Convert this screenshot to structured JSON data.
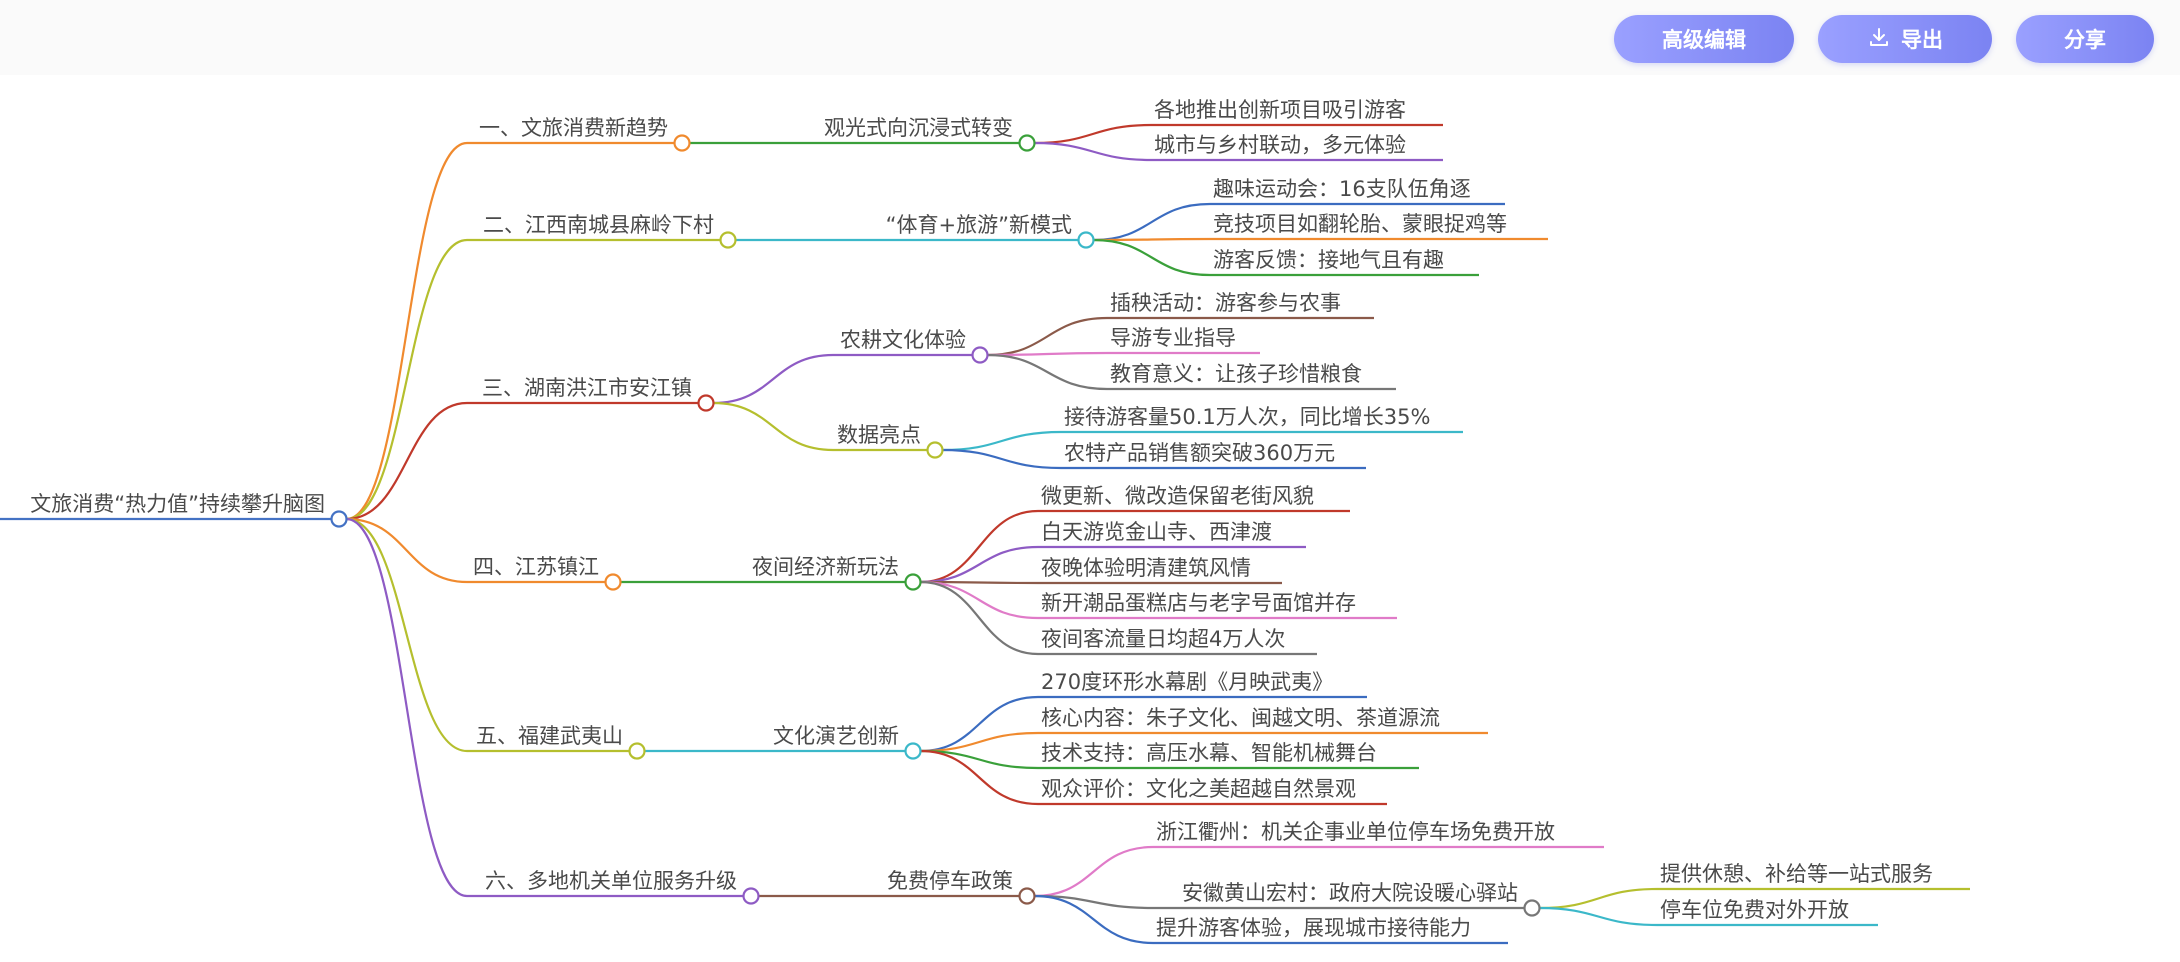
{
  "toolbar": {
    "advanced_edit_label": "高级编辑",
    "export_label": "导出",
    "share_label": "分享",
    "export_icon": "download-icon"
  },
  "mindmap": {
    "root": {
      "label": "文旅消费“热力值”持续攀升脑图",
      "color": "#4472c4",
      "children": [
        {
          "label": "一、文旅消费新趋势",
          "color": "#f08a2e",
          "children": [
            {
              "label": "观光式向沉浸式转变",
              "color": "#3aa03a",
              "children": [
                {
                  "label": "各地推出创新项目吸引游客",
                  "color": "#c0392b"
                },
                {
                  "label": "城市与乡村联动，多元体验",
                  "color": "#8e5bc4"
                }
              ]
            }
          ]
        },
        {
          "label": "二、江西南城县麻岭下村",
          "color": "#b5bf2e",
          "children": [
            {
              "label": "“体育+旅游”新模式",
              "color": "#3bb8c9",
              "children": [
                {
                  "label": "趣味运动会：16支队伍角逐",
                  "color": "#3b6cc0"
                },
                {
                  "label": "竞技项目如翻轮胎、蒙眼捉鸡等",
                  "color": "#f08a2e"
                },
                {
                  "label": "游客反馈：接地气且有趣",
                  "color": "#3aa03a"
                }
              ]
            }
          ]
        },
        {
          "label": "三、湖南洪江市安江镇",
          "color": "#c0392b",
          "children": [
            {
              "label": "农耕文化体验",
              "color": "#8e5bc4",
              "children": [
                {
                  "label": "插秧活动：游客参与农事",
                  "color": "#8b5a4a"
                },
                {
                  "label": "导游专业指导",
                  "color": "#e07bc8"
                },
                {
                  "label": "教育意义：让孩子珍惜粮食",
                  "color": "#777777"
                }
              ]
            },
            {
              "label": "数据亮点",
              "color": "#b5bf2e",
              "children": [
                {
                  "label": "接待游客量50.1万人次，同比增长35%",
                  "color": "#3bb8c9"
                },
                {
                  "label": "农特产品销售额突破360万元",
                  "color": "#3b6cc0"
                }
              ]
            }
          ]
        },
        {
          "label": "四、江苏镇江",
          "color": "#f08a2e",
          "children": [
            {
              "label": "夜间经济新玩法",
              "color": "#3aa03a",
              "children": [
                {
                  "label": "微更新、微改造保留老街风貌",
                  "color": "#c0392b"
                },
                {
                  "label": "白天游览金山寺、西津渡",
                  "color": "#8e5bc4"
                },
                {
                  "label": "夜晚体验明清建筑风情",
                  "color": "#8b5a4a"
                },
                {
                  "label": "新开潮品蛋糕店与老字号面馆并存",
                  "color": "#e07bc8"
                },
                {
                  "label": "夜间客流量日均超4万人次",
                  "color": "#777777"
                }
              ]
            }
          ]
        },
        {
          "label": "五、福建武夷山",
          "color": "#b5bf2e",
          "children": [
            {
              "label": "文化演艺创新",
              "color": "#3bb8c9",
              "children": [
                {
                  "label": "270度环形水幕剧《月映武夷》",
                  "color": "#3b6cc0"
                },
                {
                  "label": "核心内容：朱子文化、闽越文明、茶道源流",
                  "color": "#f08a2e"
                },
                {
                  "label": "技术支持：高压水幕、智能机械舞台",
                  "color": "#3aa03a"
                },
                {
                  "label": "观众评价：文化之美超越自然景观",
                  "color": "#c0392b"
                }
              ]
            }
          ]
        },
        {
          "label": "六、多地机关单位服务升级",
          "color": "#8e5bc4",
          "children": [
            {
              "label": "免费停车政策",
              "color": "#8b5a4a",
              "children": [
                {
                  "label": "浙江衢州：机关企事业单位停车场免费开放",
                  "color": "#e07bc8"
                },
                {
                  "label": "安徽黄山宏村：政府大院设暖心驿站",
                  "color": "#777777",
                  "children": [
                    {
                      "label": "提供休憩、补给等一站式服务",
                      "color": "#b5bf2e"
                    },
                    {
                      "label": "停车位免费对外开放",
                      "color": "#3bb8c9"
                    }
                  ]
                },
                {
                  "label": "提升游客体验，展现城市接待能力",
                  "color": "#3b6cc0"
                }
              ]
            }
          ]
        }
      ]
    }
  }
}
